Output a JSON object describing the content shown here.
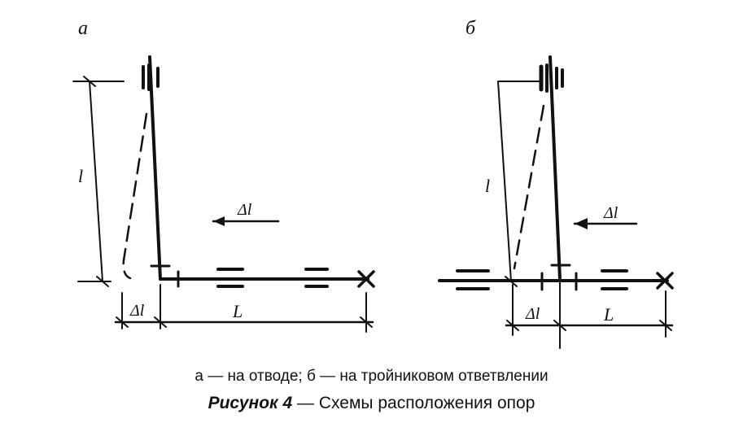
{
  "panels": {
    "a": {
      "label": "а",
      "length_label": "l",
      "delta_label": "Δl",
      "span_label": "L",
      "arrow_label": "Δl"
    },
    "b": {
      "label": "б",
      "length_label": "l",
      "delta_label": "Δl",
      "span_label": "L",
      "arrow_label": "Δl"
    }
  },
  "caption": {
    "subtitle": "а — на отводе; б — на тройниковом ответвлении",
    "figure_label": "Рисунок 4",
    "separator": " — ",
    "title": "Схемы расположения опор"
  }
}
